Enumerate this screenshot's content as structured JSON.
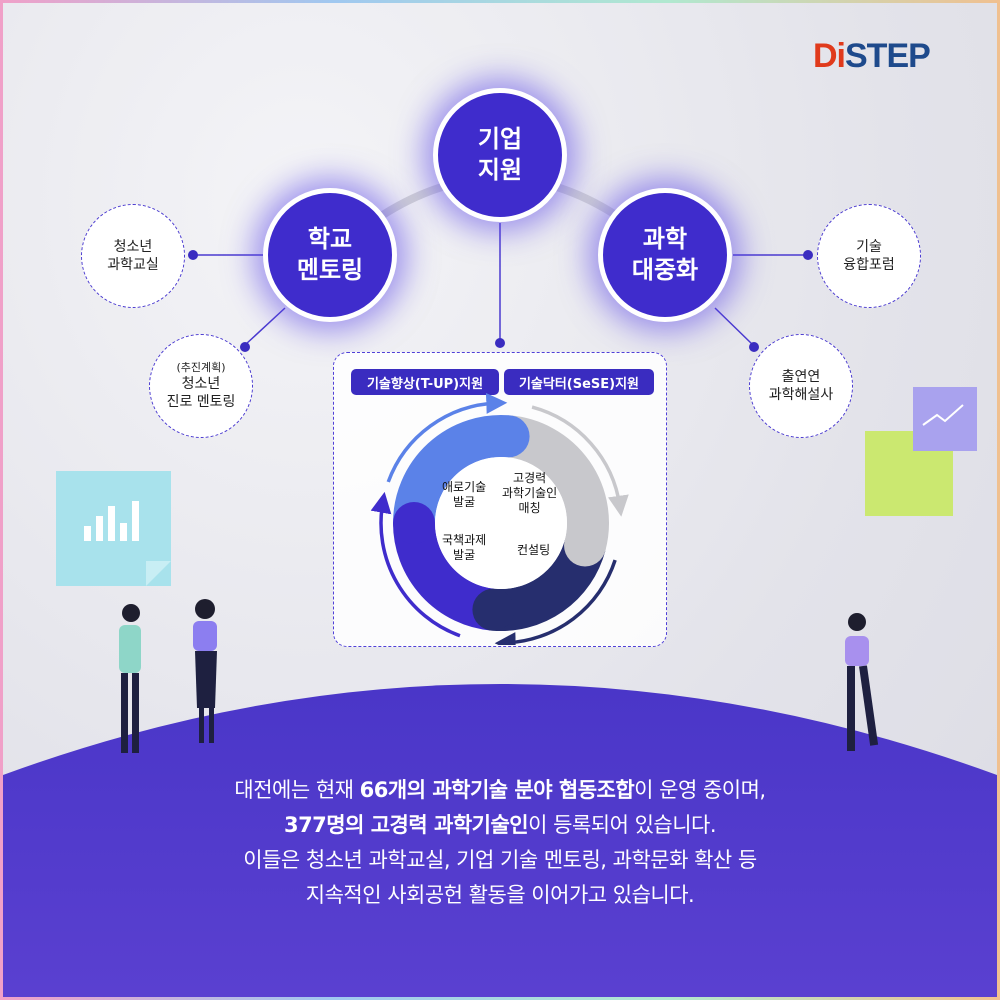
{
  "logo": {
    "part1": "Di",
    "part2": "STEP"
  },
  "hub": {
    "center": "기업\n지원",
    "left": "학교\n멘토링",
    "right": "과학\n대중화"
  },
  "satellites": [
    {
      "label": "청소년\n과학교실"
    },
    {
      "note": "(추진계획)",
      "label": "청소년\n진로 멘토링"
    },
    {
      "label": "기술\n융합포럼"
    },
    {
      "label": "출연연\n과학해설사"
    }
  ],
  "program": {
    "tags": [
      "기술향상(T-UP)지원",
      "기술닥터(SeSE)지원"
    ],
    "cycle": [
      {
        "label": "애로기술\n발굴",
        "color": "#5b82e8"
      },
      {
        "label": "고경력\n과학기술인\n매칭",
        "color": "#c8c8cc"
      },
      {
        "label": "컨설팅",
        "color": "#262e6e"
      },
      {
        "label": "국책과제\n발굴",
        "color": "#3f2ccc"
      }
    ]
  },
  "message": {
    "l1a": "대전에는 현재 ",
    "l1b": "66개의 과학기술 분야 협동조합",
    "l1c": "이 운영 중이며,",
    "l2a": "377명의 고경력 과학기술인",
    "l2b": "이 등록되어 있습니다.",
    "l3": "이들은 청소년 과학교실, 기업 기술 멘토링, 과학문화 확산 등",
    "l4": "지속적인 사회공헌 활동을 이어가고 있습니다."
  }
}
